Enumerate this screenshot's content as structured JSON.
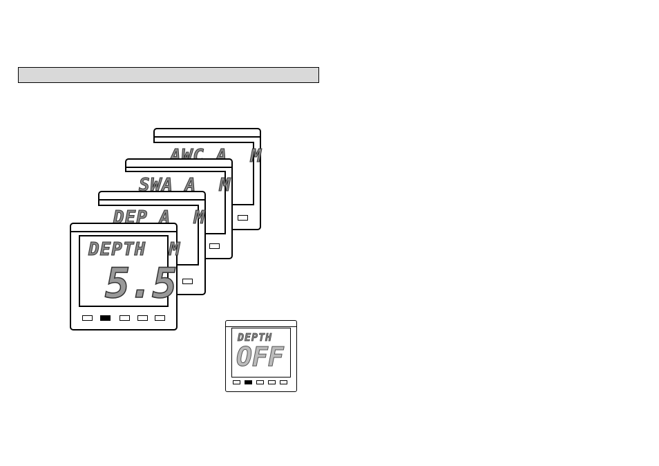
{
  "section_heading": "",
  "displays": {
    "back3": {
      "label": "AWC A  M"
    },
    "back2": {
      "label": "SWA A  M"
    },
    "back1": {
      "label": "DEP A  M"
    },
    "front": {
      "label": "DEPTH  M",
      "value": "5.5"
    }
  },
  "inset": {
    "label": "DEPTH",
    "value": "OFF"
  },
  "colors": {
    "segment_on": "#8a8a8a",
    "segment_outline": "#333333",
    "header_fill": "#d9d9d9"
  }
}
